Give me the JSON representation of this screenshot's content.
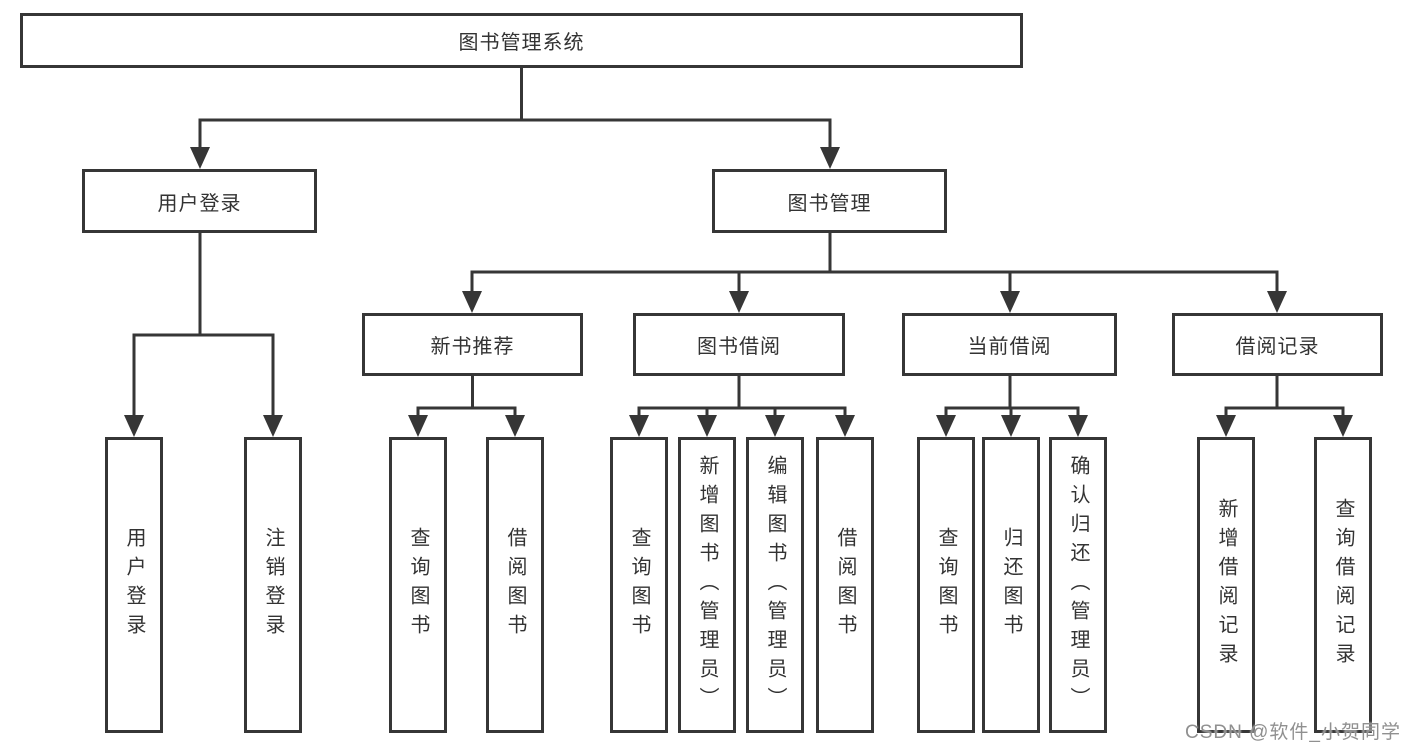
{
  "root": {
    "label": "图书管理系统"
  },
  "branches": [
    {
      "label": "用户登录",
      "leaves": [
        {
          "label": "用户登录"
        },
        {
          "label": "注销登录"
        }
      ]
    },
    {
      "label": "图书管理",
      "sections": [
        {
          "label": "新书推荐",
          "leaves": [
            {
              "label": "查询图书"
            },
            {
              "label": "借阅图书"
            }
          ]
        },
        {
          "label": "图书借阅",
          "leaves": [
            {
              "label": "查询图书"
            },
            {
              "label": "新增图书（管理员）"
            },
            {
              "label": "编辑图书（管理员）"
            },
            {
              "label": "借阅图书"
            }
          ]
        },
        {
          "label": "当前借阅",
          "leaves": [
            {
              "label": "查询图书"
            },
            {
              "label": "归还图书"
            },
            {
              "label": "确认归还（管理员）"
            }
          ]
        },
        {
          "label": "借阅记录",
          "leaves": [
            {
              "label": "新增借阅记录"
            },
            {
              "label": "查询借阅记录"
            }
          ]
        }
      ]
    }
  ],
  "watermark": {
    "label": "CSDN @软件_小贺同学"
  },
  "colors": {
    "line": "#363636",
    "box_border": "#363636",
    "text": "#333333",
    "watermark_text": "#909090",
    "background": "#ffffff"
  }
}
